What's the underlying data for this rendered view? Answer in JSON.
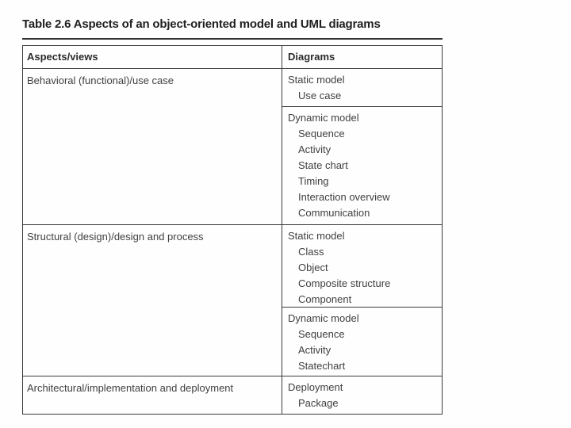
{
  "page": {
    "title": "Table 2.6 Aspects of an object-oriented model and UML diagrams"
  },
  "table": {
    "headers": [
      "Aspects/views",
      "Diagrams"
    ],
    "rows": [
      {
        "aspect": "Behavioral (functional)/use case",
        "diagram_groups": [
          {
            "model": "Static model",
            "items": [
              "Use case"
            ]
          },
          {
            "model": "Dynamic model",
            "items": [
              "Sequence",
              "Activity",
              "State chart",
              "Timing",
              "Interaction overview",
              "Communication"
            ]
          }
        ]
      },
      {
        "aspect": "Structural (design)/design and process",
        "diagram_groups": [
          {
            "model": "Static model",
            "items": [
              "Class",
              "Object",
              "Composite structure",
              "Component"
            ]
          },
          {
            "model": "Dynamic model",
            "items": [
              "Sequence",
              "Activity",
              "Statechart"
            ]
          }
        ]
      },
      {
        "aspect": "Architectural/implementation and deployment",
        "diagram_groups": [
          {
            "model": "Deployment",
            "items": [
              "Package"
            ]
          }
        ]
      }
    ]
  },
  "colors": {
    "background": "#fefefe",
    "ink_text": "#3f3f3f",
    "ink_strong": "#1f1f1f",
    "border": "#3b3b3b"
  }
}
